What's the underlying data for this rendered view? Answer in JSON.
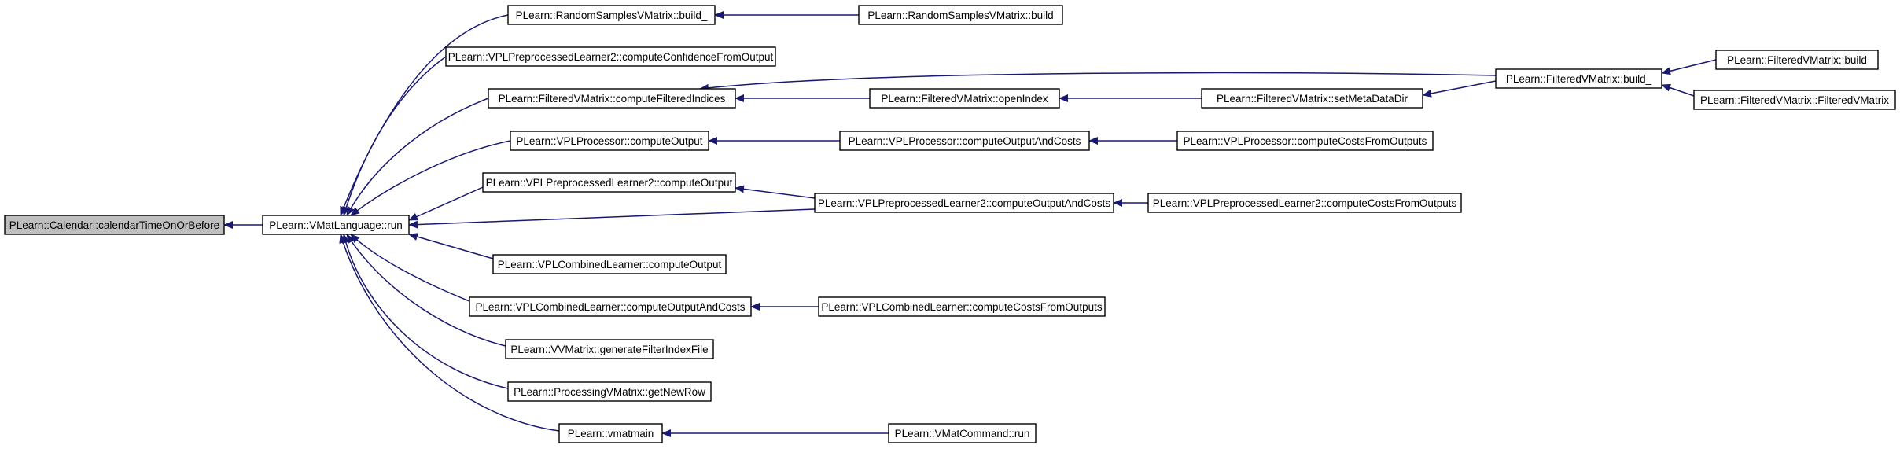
{
  "colors": {
    "edge": "#191970",
    "node_fill": "#ffffff",
    "root_fill": "#bfbfbf",
    "border": "#000000"
  },
  "nodes": [
    {
      "id": "n0",
      "label": "PLearn::Calendar::calendarTimeOnOrBefore",
      "root": true
    },
    {
      "id": "n1",
      "label": "PLearn::VMatLanguage::run"
    },
    {
      "id": "n2",
      "label": "PLearn::RandomSamplesVMatrix::build_"
    },
    {
      "id": "n3",
      "label": "PLearn::RandomSamplesVMatrix::build"
    },
    {
      "id": "n4",
      "label": "PLearn::VPLPreprocessedLearner2::computeConfidenceFromOutput"
    },
    {
      "id": "n5",
      "label": "PLearn::FilteredVMatrix::computeFilteredIndices"
    },
    {
      "id": "n6",
      "label": "PLearn::FilteredVMatrix::openIndex"
    },
    {
      "id": "n7",
      "label": "PLearn::FilteredVMatrix::setMetaDataDir"
    },
    {
      "id": "n8",
      "label": "PLearn::FilteredVMatrix::build_"
    },
    {
      "id": "n9",
      "label": "PLearn::FilteredVMatrix::build"
    },
    {
      "id": "n10",
      "label": "PLearn::FilteredVMatrix::FilteredVMatrix"
    },
    {
      "id": "n11",
      "label": "PLearn::VPLProcessor::computeOutput"
    },
    {
      "id": "n12",
      "label": "PLearn::VPLProcessor::computeOutputAndCosts"
    },
    {
      "id": "n13",
      "label": "PLearn::VPLProcessor::computeCostsFromOutputs"
    },
    {
      "id": "n14",
      "label": "PLearn::VPLPreprocessedLearner2::computeOutput"
    },
    {
      "id": "n15",
      "label": "PLearn::VPLPreprocessedLearner2::computeOutputAndCosts"
    },
    {
      "id": "n16",
      "label": "PLearn::VPLPreprocessedLearner2::computeCostsFromOutputs"
    },
    {
      "id": "n17",
      "label": "PLearn::VPLCombinedLearner::computeOutput"
    },
    {
      "id": "n18",
      "label": "PLearn::VPLCombinedLearner::computeOutputAndCosts"
    },
    {
      "id": "n19",
      "label": "PLearn::VPLCombinedLearner::computeCostsFromOutputs"
    },
    {
      "id": "n20",
      "label": "PLearn::VVMatrix::generateFilterIndexFile"
    },
    {
      "id": "n21",
      "label": "PLearn::ProcessingVMatrix::getNewRow"
    },
    {
      "id": "n22",
      "label": "PLearn::vmatmain"
    },
    {
      "id": "n23",
      "label": "PLearn::VMatCommand::run"
    }
  ],
  "edges": [
    {
      "from": "n1",
      "to": "n0"
    },
    {
      "from": "n2",
      "to": "n1"
    },
    {
      "from": "n3",
      "to": "n2"
    },
    {
      "from": "n4",
      "to": "n1"
    },
    {
      "from": "n5",
      "to": "n1"
    },
    {
      "from": "n6",
      "to": "n5"
    },
    {
      "from": "n7",
      "to": "n6"
    },
    {
      "from": "n8",
      "to": "n7"
    },
    {
      "from": "n8",
      "to": "n5"
    },
    {
      "from": "n9",
      "to": "n8"
    },
    {
      "from": "n10",
      "to": "n8"
    },
    {
      "from": "n11",
      "to": "n1"
    },
    {
      "from": "n12",
      "to": "n11"
    },
    {
      "from": "n13",
      "to": "n12"
    },
    {
      "from": "n14",
      "to": "n1"
    },
    {
      "from": "n15",
      "to": "n14"
    },
    {
      "from": "n15",
      "to": "n1"
    },
    {
      "from": "n16",
      "to": "n15"
    },
    {
      "from": "n17",
      "to": "n1"
    },
    {
      "from": "n18",
      "to": "n1"
    },
    {
      "from": "n19",
      "to": "n18"
    },
    {
      "from": "n20",
      "to": "n1"
    },
    {
      "from": "n21",
      "to": "n1"
    },
    {
      "from": "n22",
      "to": "n1"
    },
    {
      "from": "n23",
      "to": "n22"
    }
  ]
}
